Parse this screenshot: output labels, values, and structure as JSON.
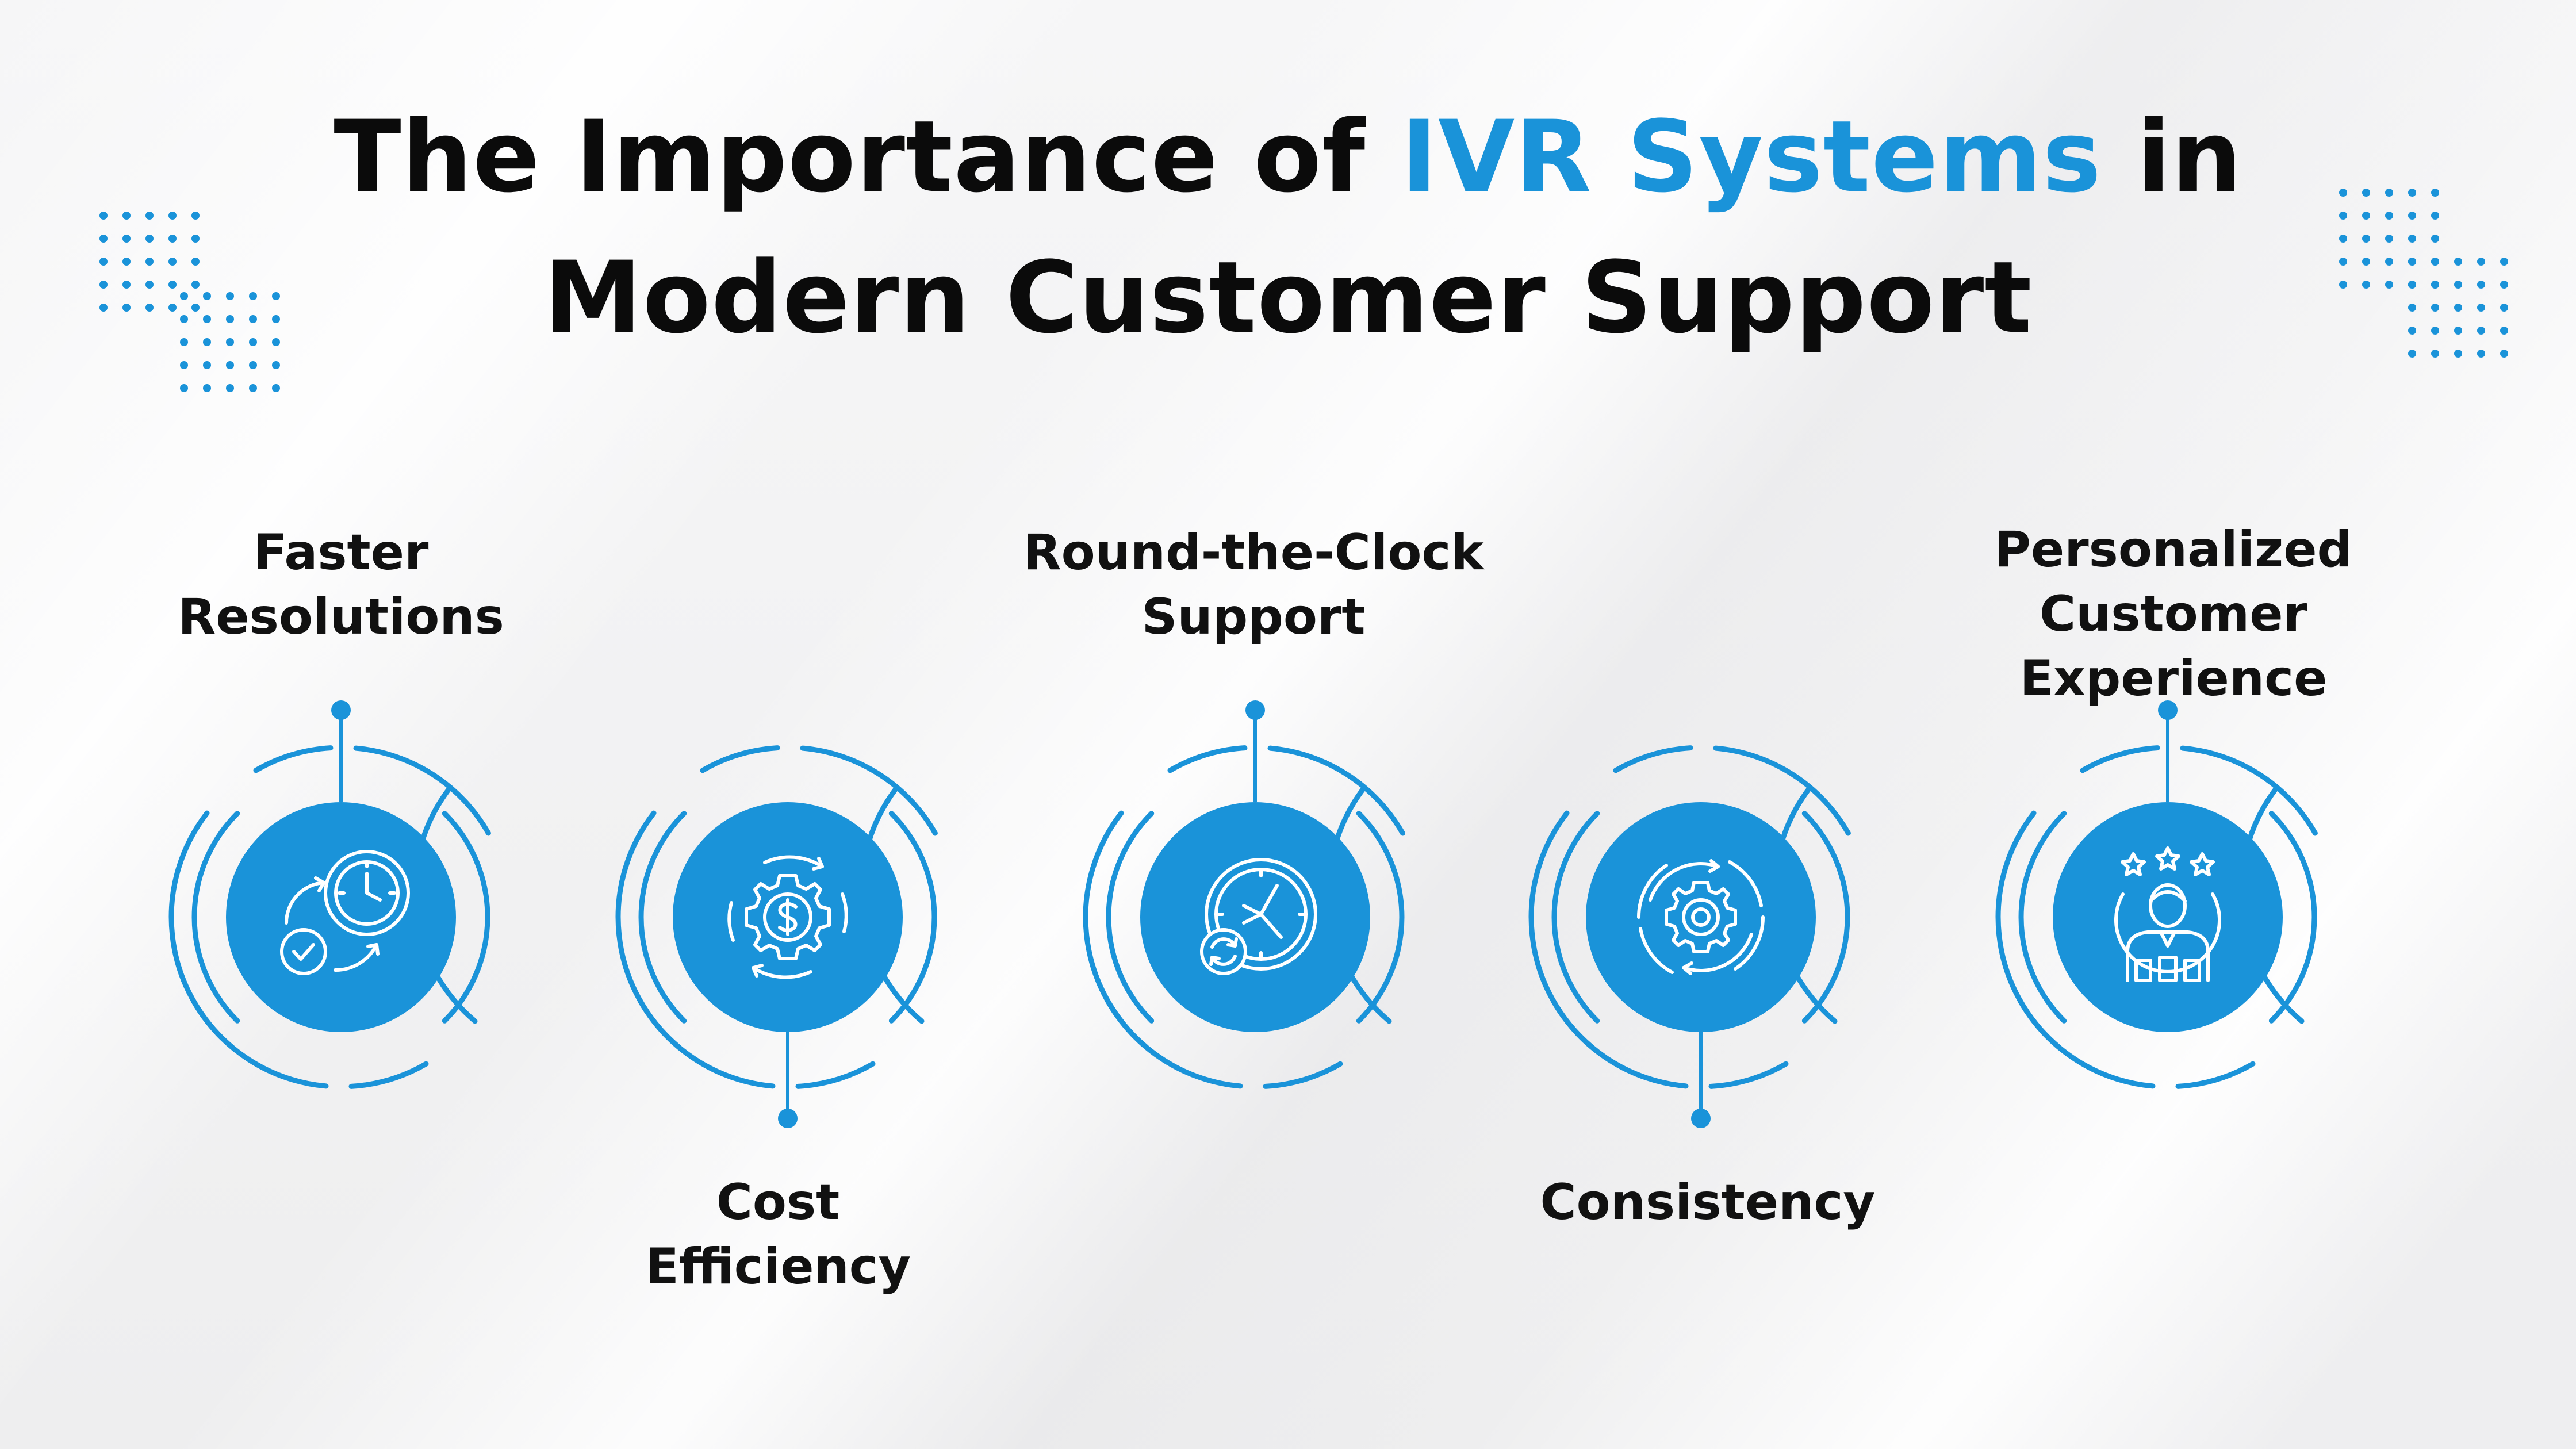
{
  "title": {
    "part1": "The Importance of ",
    "highlight": "IVR Systems",
    "part2": " in",
    "line2": "Modern Customer Support"
  },
  "colors": {
    "accent": "#1a93d9",
    "text": "#0b0b0b",
    "background": "#f3f3f4"
  },
  "items": [
    {
      "line1": "Faster",
      "line2": "Resolutions",
      "icon": "clock-check-icon"
    },
    {
      "line1": "Cost",
      "line2": "Efficiency",
      "icon": "gear-dollar-icon"
    },
    {
      "line1": "Round-the-Clock",
      "line2": "Support",
      "icon": "clock-refresh-icon"
    },
    {
      "line1": "Consistency",
      "line2": "",
      "icon": "gear-cycle-icon"
    },
    {
      "line1": "Personalized",
      "line2": "Customer Experience",
      "icon": "person-stars-icon"
    }
  ]
}
